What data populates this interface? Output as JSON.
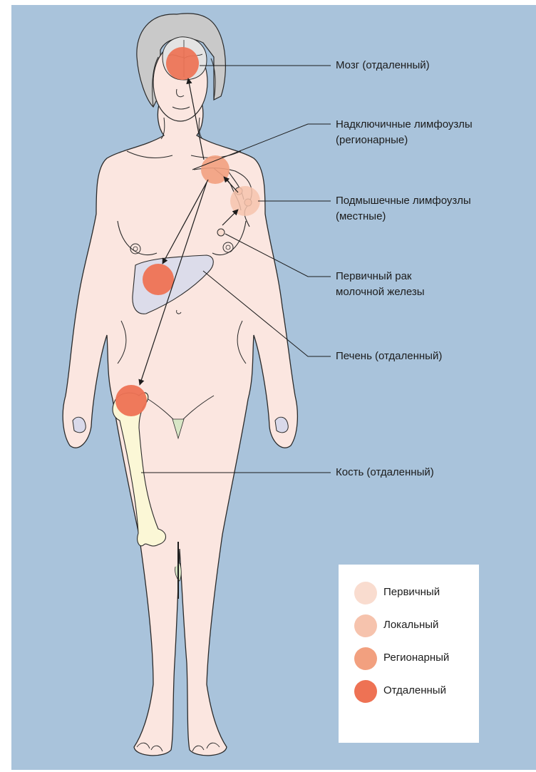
{
  "labels": {
    "brain": "Мозг (отдаленный)",
    "supraclavicular_line1": "Надключичные лимфоузлы",
    "supraclavicular_line2": "(регионарные)",
    "axillary_line1": "Подмышечные лимфоузлы",
    "axillary_line2": "(местные)",
    "primary_line1": "Первичный рак",
    "primary_line2": "молочной железы",
    "liver": "Печень (отдаленный)",
    "bone": "Кость (отдаленный)"
  },
  "legend": {
    "items": [
      {
        "label": "Первичный",
        "color": "#f9dccf"
      },
      {
        "label": "Локальный",
        "color": "#f6c3ad"
      },
      {
        "label": "Регионарный",
        "color": "#f2a07f"
      },
      {
        "label": "Отдаленный",
        "color": "#ee7254"
      }
    ]
  },
  "colors": {
    "background": "#a9c3db",
    "skin": "#fbe6e0",
    "hair": "#c9c9c9",
    "brain": "#e3e3e3",
    "liver": "#dcdcea",
    "bone": "#fbf7d6",
    "outline": "#2a2a2a"
  }
}
